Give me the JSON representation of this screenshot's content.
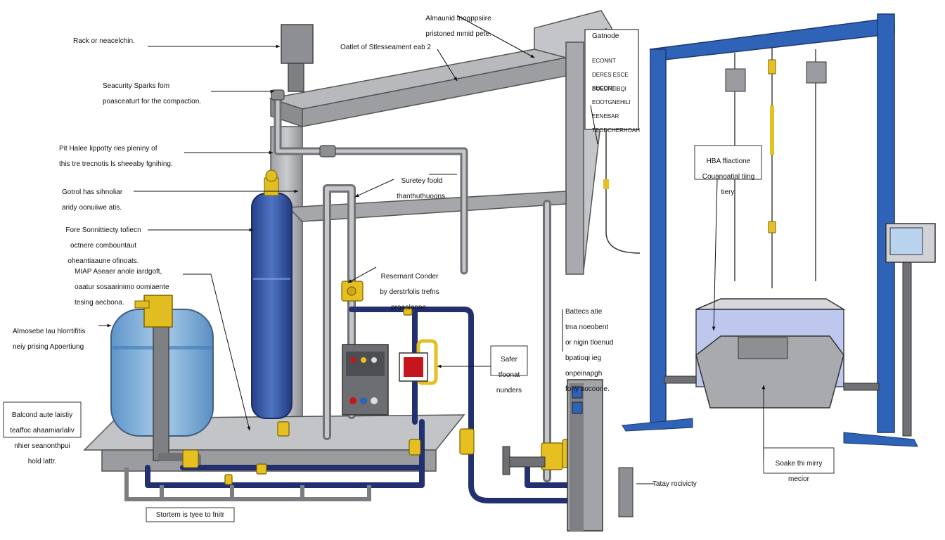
{
  "colors": {
    "background": "#ffffff",
    "steel": "#a9abae",
    "steel_dark": "#6e7073",
    "blue_column": "#3b5ba8",
    "blue_tank": "#6ea6d6",
    "pipe_navy": "#20306e",
    "pipe_gray": "#7b7d80",
    "valve_yellow": "#e7c020",
    "frame_blue": "#2f63b8",
    "red_indicator": "#c4161c"
  },
  "labels": {
    "rack": "Rack or neacelchin.",
    "security": [
      "Seacurity Sparks fom",
      "poasceaturt for the compaction."
    ],
    "pit": [
      "Pit Halee lippotty ries pleniny of",
      "this tre trecnotis ls sheeaby fgnihing."
    ],
    "gotrol": [
      "Gotrol has sihnoliar",
      "aridy oonuiiwe atis."
    ],
    "fore": [
      "Fore Sonnittiecty tofiecn",
      "octnere combountaut",
      "oheantiaaune ofinoats."
    ],
    "miap": [
      "MIAP Aseaer anole iardgoft,",
      "oaatur sosaarinimo oomiaente",
      "tesing aecbona."
    ],
    "almosebe": [
      "Almosebe lau hlorrtifitis",
      "neiy prising Apoertiung"
    ],
    "balcond": [
      "Balcond aute laistiy",
      "teaffoc ahaamiarlaliv",
      "nhier seanonthpui",
      "hold lattr."
    ],
    "stortem": "Stortem is tyee to fnitr",
    "almaunid": [
      "Almaunid tnogppsiire",
      "pristoned mmid pete."
    ],
    "oatlet": "Oatlet of Stlesseament eab 2",
    "suretey": [
      "Suretey foold",
      "thanthuthuoons."
    ],
    "resernant": [
      "Resernant Conder",
      "by derstrfolis trefns",
      "proaalanne."
    ],
    "safer": [
      "Safer",
      "tfoonat",
      "nunders"
    ],
    "battecs": [
      "Battecs atie",
      "tma noeobent",
      "or nigin tloenud",
      "bpatioqi ieg",
      "onpeinapgh",
      "fony aocoone."
    ],
    "tatay": "Tatay rocivicty",
    "hba": [
      "HBA ffiactione",
      "Couanoatial tiing",
      "tiery."
    ],
    "soake": [
      "Soake thi mirry",
      "mecior"
    ]
  },
  "legend": {
    "title": "Gatnode",
    "items": [
      [
        "ECONNT",
        "DERES ESCE",
        "DUEDRLIBQI"
      ],
      [
        "XECONT",
        "EOOTGNEHILI",
        "EENEBAR",
        "TEODCHERHOAH"
      ]
    ]
  },
  "monitor_screen": {
    "bg": "#b9d2ee"
  }
}
